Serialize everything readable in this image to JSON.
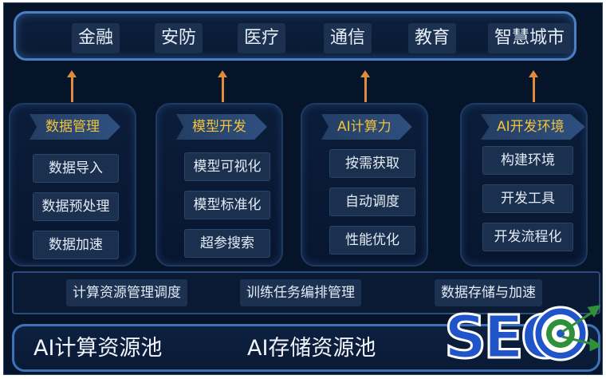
{
  "industries": [
    "金融",
    "安防",
    "医疗",
    "通信",
    "教育",
    "智慧城市"
  ],
  "modules": [
    {
      "title": "数据管理",
      "items": [
        "数据导入",
        "数据预处理",
        "数据加速"
      ]
    },
    {
      "title": "模型开发",
      "items": [
        "模型可视化",
        "模型标准化",
        "超参搜索"
      ]
    },
    {
      "title": "AI计算力",
      "items": [
        "按需获取",
        "自动调度",
        "性能优化"
      ]
    },
    {
      "title": "AI开发环境",
      "items": [
        "构建环境",
        "开发工具",
        "开发流程化"
      ]
    }
  ],
  "resource_layer": [
    "计算资源管理调度",
    "训练任务编排管理",
    "数据存储与加速"
  ],
  "pools": [
    "AI计算资源池",
    "AI存储资源池"
  ],
  "watermark": {
    "text": "SEO",
    "colors": {
      "letters": "#1f55c8",
      "outline": "#ffffff",
      "target_ring": "#2f8f3a"
    }
  },
  "colors": {
    "title_text": "#f2c33b",
    "arrow": "#e08a3c",
    "border_glow": "#4a7fc4",
    "background": "#06142a"
  }
}
